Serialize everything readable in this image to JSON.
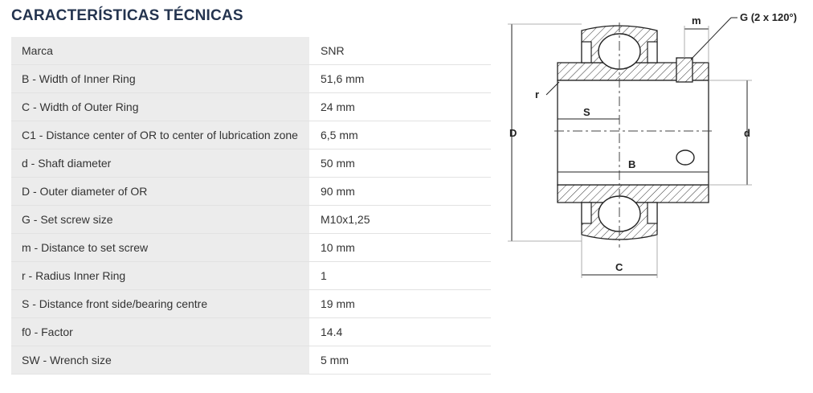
{
  "page": {
    "title": "CARACTERÍSTICAS TÉCNICAS"
  },
  "specs": [
    {
      "label": "Marca",
      "value": "SNR"
    },
    {
      "label": "B - Width of Inner Ring",
      "value": "51,6 mm"
    },
    {
      "label": "C - Width of Outer Ring",
      "value": "24 mm"
    },
    {
      "label": "C1 - Distance center of OR to center of lubrication zone",
      "value": "6,5 mm"
    },
    {
      "label": "d - Shaft diameter",
      "value": "50 mm"
    },
    {
      "label": "D - Outer diameter of OR",
      "value": "90 mm"
    },
    {
      "label": "G - Set screw size",
      "value": "M10x1,25"
    },
    {
      "label": "m - Distance to set screw",
      "value": "10 mm"
    },
    {
      "label": "r - Radius Inner Ring",
      "value": "1"
    },
    {
      "label": "S - Distance front side/bearing centre",
      "value": "19 mm"
    },
    {
      "label": "f0 - Factor",
      "value": "14.4"
    },
    {
      "label": "SW - Wrench size",
      "value": "5 mm"
    }
  ],
  "diagram": {
    "labels": {
      "m": "m",
      "g": "G (2 x 120°)",
      "r": "r",
      "s": "S",
      "D": "D",
      "d": "d",
      "B": "B",
      "C": "C"
    }
  }
}
